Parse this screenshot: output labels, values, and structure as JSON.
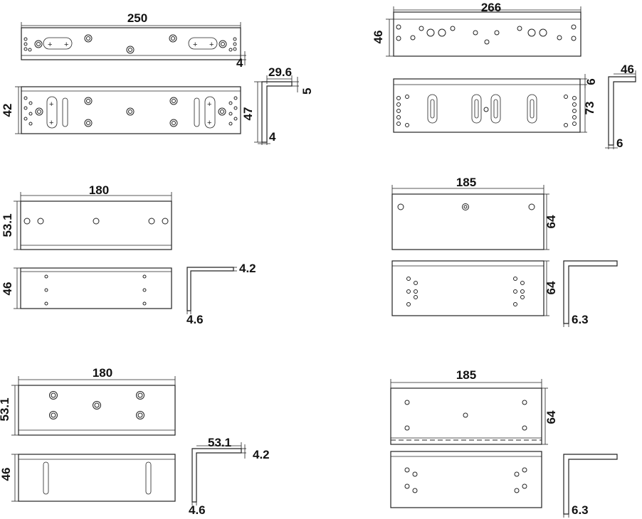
{
  "dimensions": {
    "a": {
      "width": "250",
      "lip": "4",
      "height": "42",
      "flange": "29.6",
      "flange_t": "5",
      "depth": "47",
      "base_t": "4"
    },
    "b": {
      "width": "266",
      "height": "46",
      "height2": "73",
      "t1": "6",
      "flange": "46",
      "t2": "6"
    },
    "c": {
      "width": "180",
      "height": "53.1",
      "height2": "46",
      "t1": "4.2",
      "t2": "4.6"
    },
    "d": {
      "width": "185",
      "height": "64",
      "height2": "64",
      "t": "6.3"
    },
    "e": {
      "width": "180",
      "height": "53.1",
      "height2": "46",
      "flange": "53.1",
      "t1": "4.2",
      "t2": "4.6"
    },
    "f": {
      "width": "185",
      "height": "64",
      "t": "6.3"
    }
  }
}
